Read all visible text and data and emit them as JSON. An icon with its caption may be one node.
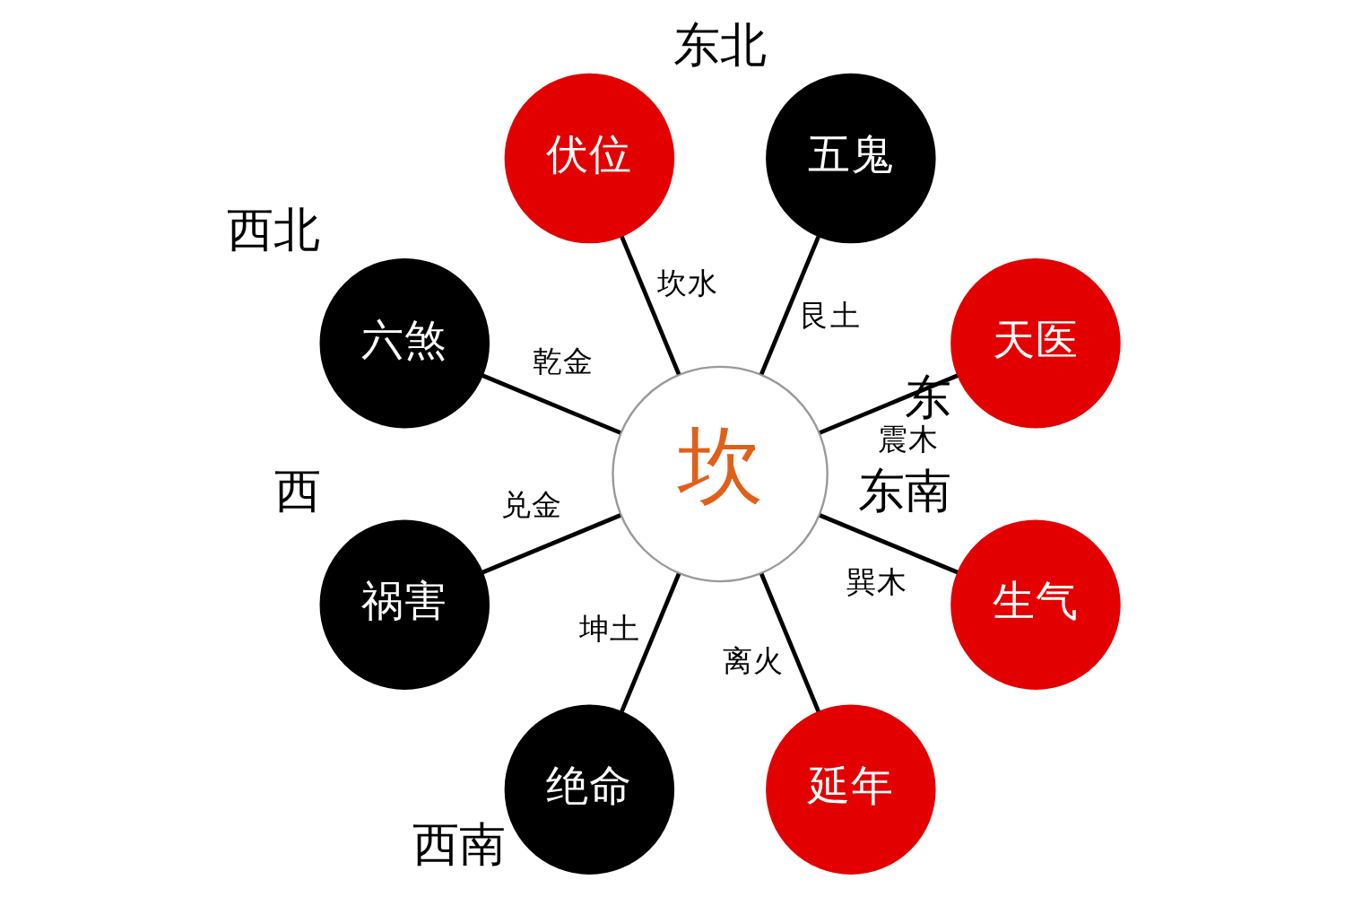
{
  "diagram": {
    "nodes": [
      {
        "text": [
          "伏位"
        ]
      },
      {
        "text": [
          "六煞"
        ],
        "beside": [
          "西北"
        ]
      },
      {
        "text": [
          "五鬼"
        ],
        "beside": [
          "东北"
        ]
      },
      {
        "text": [
          "祸害"
        ],
        "beside": [
          "西"
        ]
      },
      {
        "text": [
          "坎"
        ]
      },
      {
        "text": [
          "天医"
        ],
        "beside": [
          "东"
        ]
      },
      {
        "text": [
          "绝命"
        ],
        "beside": [
          "西南"
        ]
      },
      {
        "text": [
          "生气"
        ],
        "beside": [
          "东南"
        ]
      },
      {
        "text": [
          "延年"
        ]
      }
    ],
    "edges": [
      {
        "from": 4,
        "to": 0,
        "arrow": "none",
        "label": "坎水"
      },
      {
        "from": 4,
        "to": 2,
        "arrow": "none",
        "label": "艮土"
      },
      {
        "from": 4,
        "to": 5,
        "arrow": "none",
        "label": "震木"
      },
      {
        "from": 4,
        "to": 7,
        "arrow": "none",
        "label": "巽木"
      },
      {
        "from": 4,
        "to": 8,
        "arrow": "none",
        "label": "离火"
      },
      {
        "from": 4,
        "to": 6,
        "arrow": "none",
        "label": "坤土"
      },
      {
        "from": 4,
        "to": 3,
        "arrow": "none",
        "label": "兑金"
      },
      {
        "from": 4,
        "to": 1,
        "arrow": "none",
        "label": "乾金"
      }
    ]
  }
}
